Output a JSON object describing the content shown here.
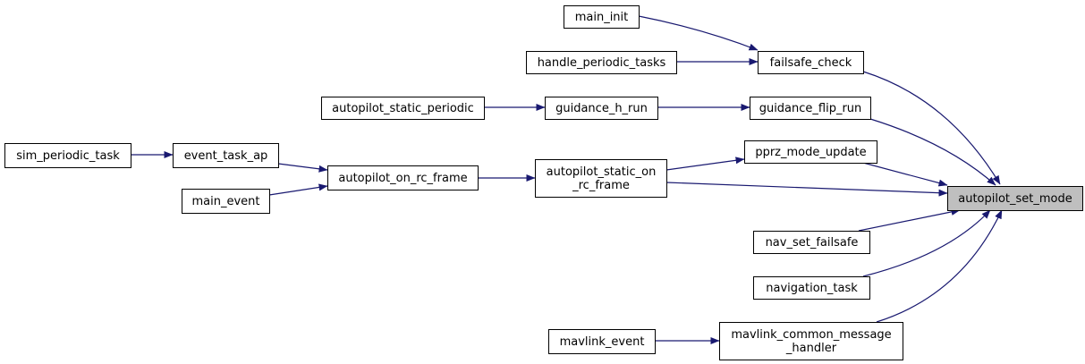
{
  "graph": {
    "nodes": {
      "main_init": {
        "lines": [
          "main_init"
        ]
      },
      "handle_periodic_tasks": {
        "lines": [
          "handle_periodic_tasks"
        ]
      },
      "failsafe_check": {
        "lines": [
          "failsafe_check"
        ]
      },
      "autopilot_static_periodic": {
        "lines": [
          "autopilot_static_periodic"
        ]
      },
      "guidance_h_run": {
        "lines": [
          "guidance_h_run"
        ]
      },
      "guidance_flip_run": {
        "lines": [
          "guidance_flip_run"
        ]
      },
      "sim_periodic_task": {
        "lines": [
          "sim_periodic_task"
        ]
      },
      "event_task_ap": {
        "lines": [
          "event_task_ap"
        ]
      },
      "main_event": {
        "lines": [
          "main_event"
        ]
      },
      "autopilot_on_rc_frame": {
        "lines": [
          "autopilot_on_rc_frame"
        ]
      },
      "autopilot_static_on_rc_frame": {
        "lines": [
          "autopilot_static_on",
          "_rc_frame"
        ]
      },
      "pprz_mode_update": {
        "lines": [
          "pprz_mode_update"
        ]
      },
      "autopilot_set_mode": {
        "lines": [
          "autopilot_set_mode"
        ],
        "highlight": true
      },
      "nav_set_failsafe": {
        "lines": [
          "nav_set_failsafe"
        ]
      },
      "navigation_task": {
        "lines": [
          "navigation_task"
        ]
      },
      "mavlink_event": {
        "lines": [
          "mavlink_event"
        ]
      },
      "mavlink_common_message_handler": {
        "lines": [
          "mavlink_common_message",
          "_handler"
        ]
      }
    },
    "edges": [
      {
        "from": "main_init",
        "to": "failsafe_check"
      },
      {
        "from": "handle_periodic_tasks",
        "to": "failsafe_check"
      },
      {
        "from": "failsafe_check",
        "to": "autopilot_set_mode"
      },
      {
        "from": "autopilot_static_periodic",
        "to": "guidance_h_run"
      },
      {
        "from": "guidance_h_run",
        "to": "guidance_flip_run"
      },
      {
        "from": "guidance_flip_run",
        "to": "autopilot_set_mode"
      },
      {
        "from": "sim_periodic_task",
        "to": "event_task_ap"
      },
      {
        "from": "event_task_ap",
        "to": "autopilot_on_rc_frame"
      },
      {
        "from": "main_event",
        "to": "autopilot_on_rc_frame"
      },
      {
        "from": "autopilot_on_rc_frame",
        "to": "autopilot_static_on_rc_frame"
      },
      {
        "from": "autopilot_static_on_rc_frame",
        "to": "pprz_mode_update"
      },
      {
        "from": "autopilot_static_on_rc_frame",
        "to": "autopilot_set_mode"
      },
      {
        "from": "pprz_mode_update",
        "to": "autopilot_set_mode"
      },
      {
        "from": "nav_set_failsafe",
        "to": "autopilot_set_mode"
      },
      {
        "from": "navigation_task",
        "to": "autopilot_set_mode"
      },
      {
        "from": "mavlink_event",
        "to": "mavlink_common_message_handler"
      },
      {
        "from": "mavlink_common_message_handler",
        "to": "autopilot_set_mode"
      }
    ]
  },
  "colors": {
    "edge": "#191970",
    "node_border": "#000000",
    "node_fill": "#ffffff",
    "highlight_fill": "#bfbfbf"
  }
}
